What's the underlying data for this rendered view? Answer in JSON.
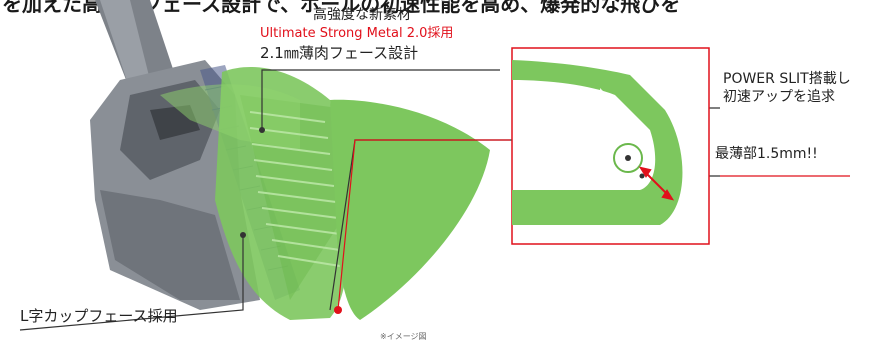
{
  "header": {
    "banner_text": "を加えた高反発フェース設計で、ボールの初速性能を高め、爆発的な飛びを"
  },
  "callouts": {
    "material_line1": "高強度な新素材",
    "material_line2": "Ultimate Strong Metal 2.0採用",
    "face_design": "2.1㎜薄肉フェース設計",
    "power_slit_line1": "POWER SLIT搭載し",
    "power_slit_line2": "初速アップを追求",
    "thinnest": "最薄部1.5mm!!",
    "l_cup_face": "L字カップフェース採用",
    "image_note": "※イメージ図"
  },
  "colors": {
    "face_green": "#7dc75e",
    "accent_red": "#e1101b",
    "body_gray": "#8a8f96",
    "leader_black": "#333333"
  }
}
